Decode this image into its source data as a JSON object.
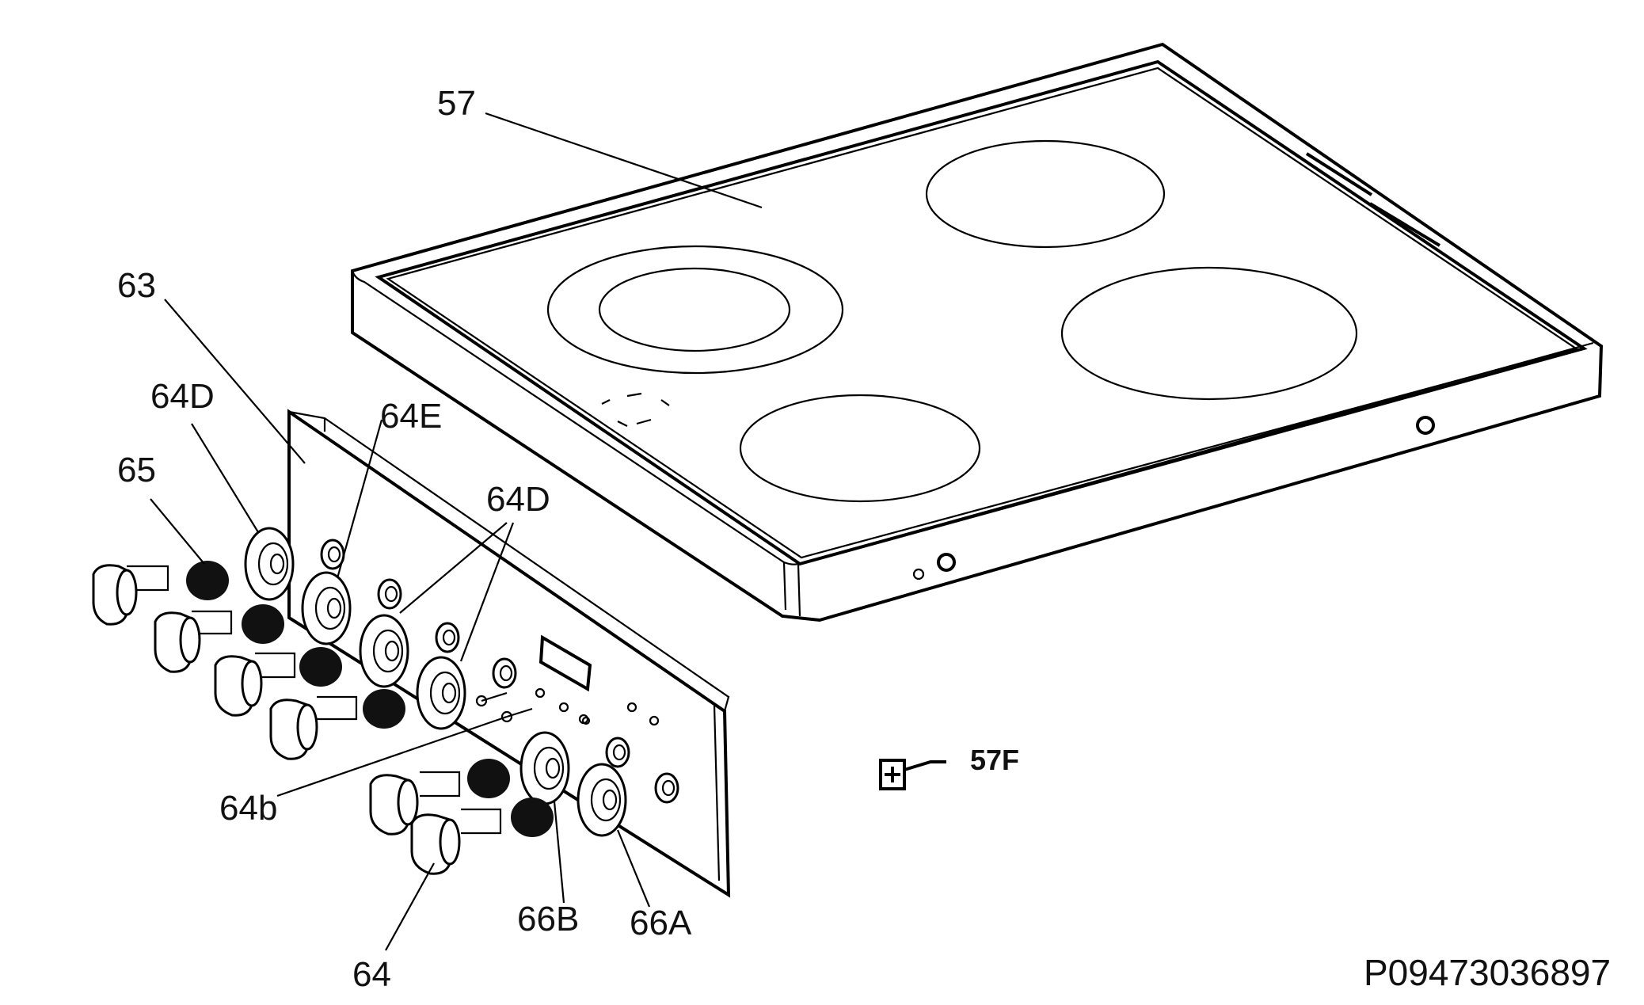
{
  "diagram": {
    "reference_code": "P09473036897",
    "callouts": {
      "c57": "57",
      "c63": "63",
      "c64d_left": "64D",
      "c64e": "64E",
      "c64d_right": "64D",
      "c65": "65",
      "c64b": "64b",
      "c64": "64",
      "c66b": "66B",
      "c66a": "66A",
      "c57f": "57F"
    }
  }
}
